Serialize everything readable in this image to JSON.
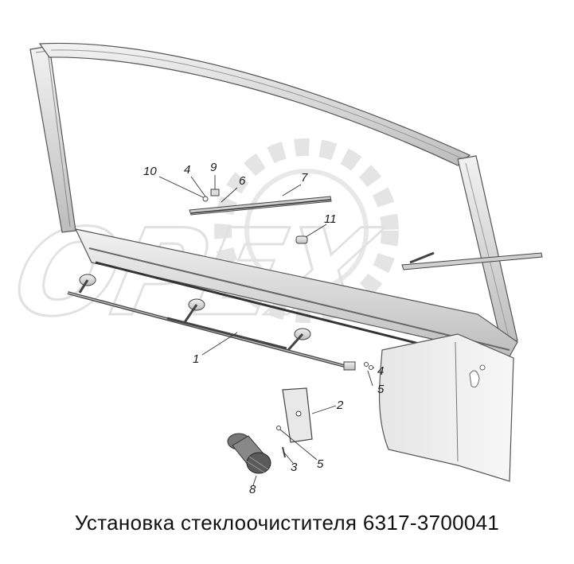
{
  "watermark": "OPEX",
  "callouts": {
    "c1": "1",
    "c2": "2",
    "c3": "3",
    "c4a": "4",
    "c4b": "4",
    "c5a": "5",
    "c5b": "5",
    "c6": "6",
    "c7": "7",
    "c8": "8",
    "c9": "9",
    "c10": "10",
    "c11": "11"
  },
  "caption": "Установка стеклоочистителя 6317-3700041"
}
